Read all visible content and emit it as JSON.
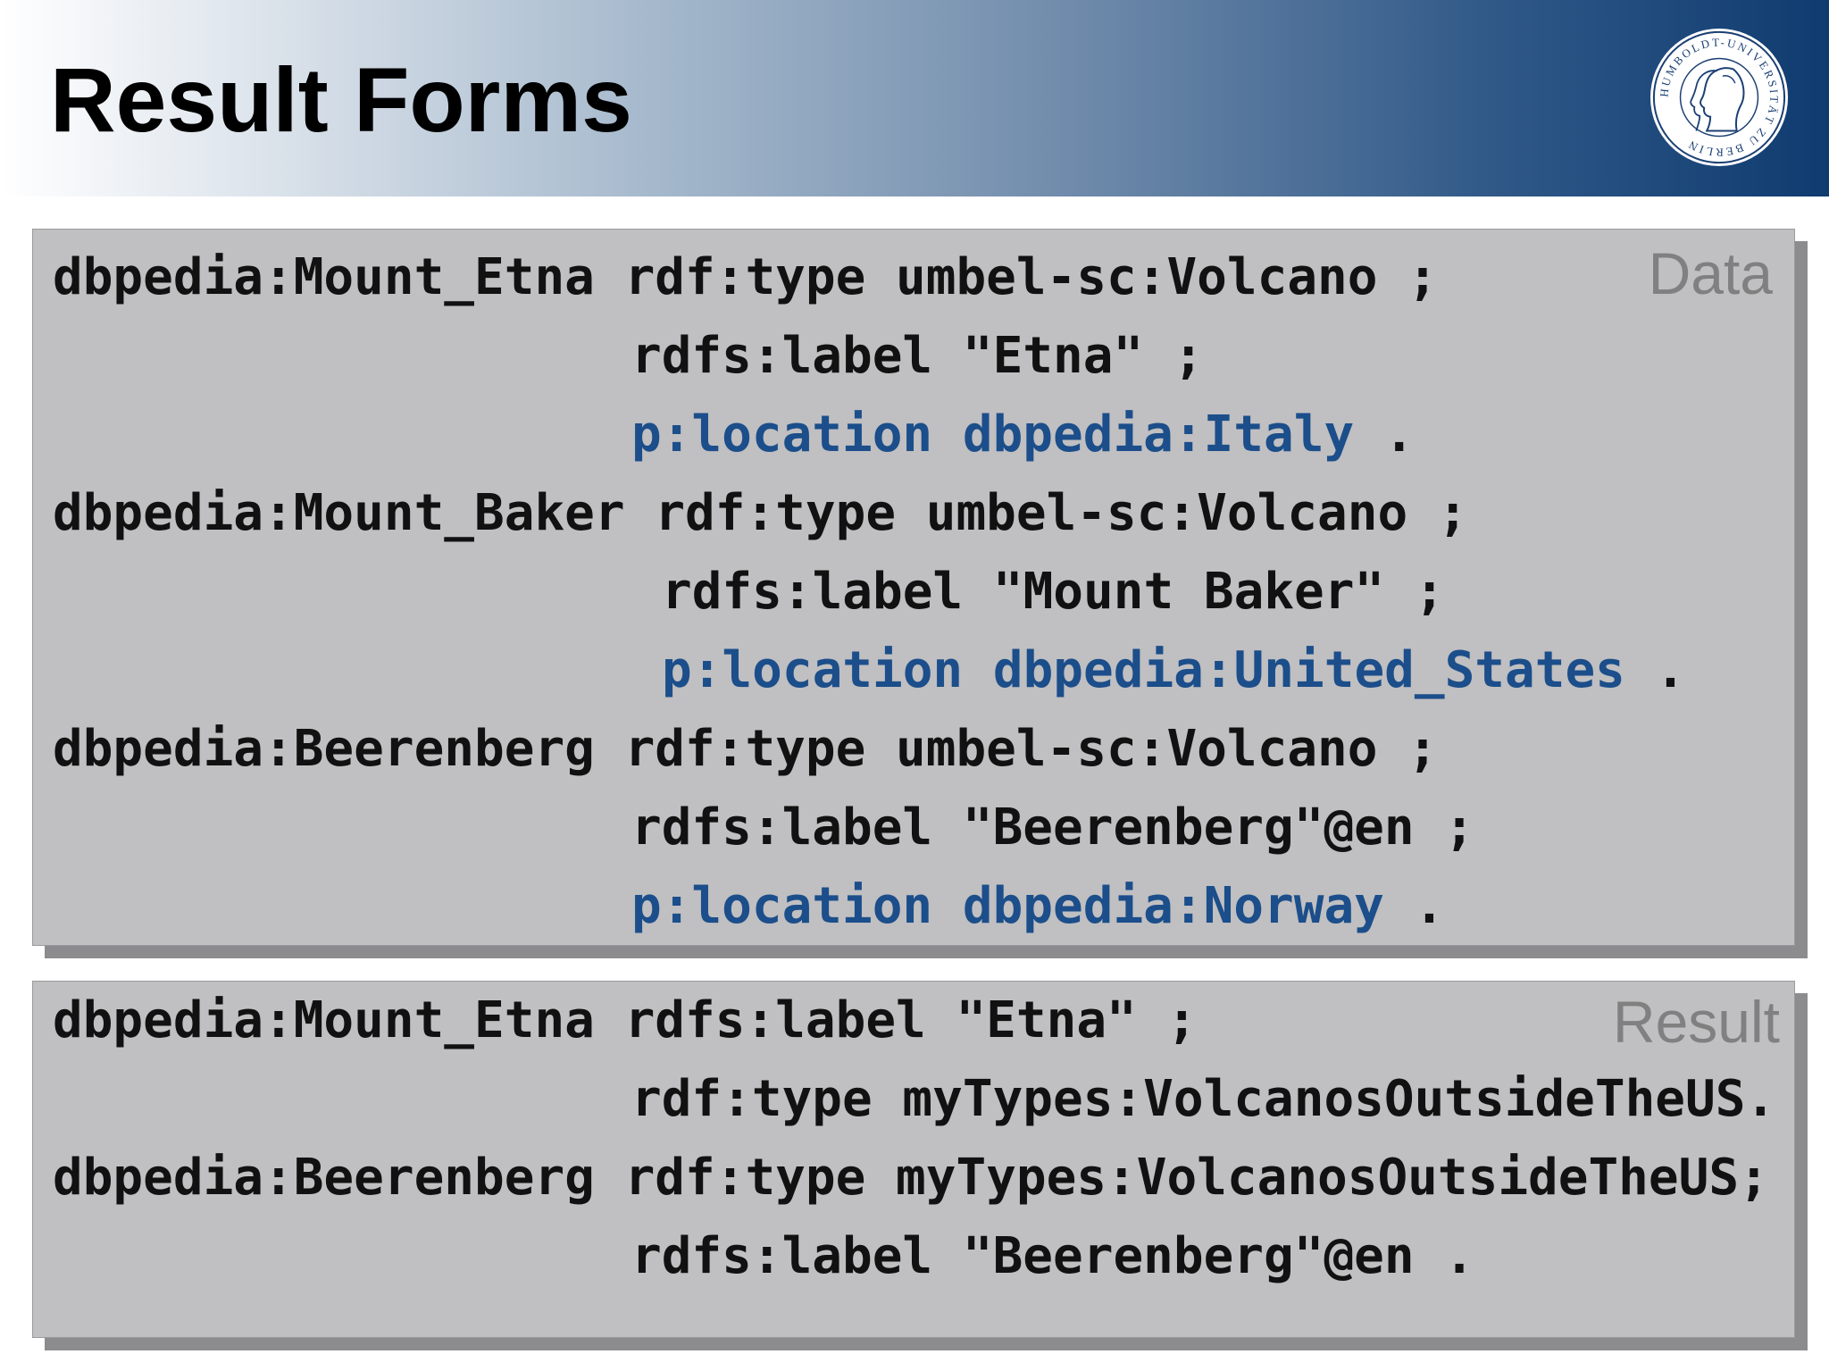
{
  "slide": {
    "title": "Result Forms",
    "accent_color": "#1b4e8a",
    "logo_icon": "humboldt-university-seal-icon",
    "logo_text": "HUMBOLDT-UNIVERSITÄT ZU BERLIN"
  },
  "data_box": {
    "label": "Data",
    "lines": [
      {
        "subject": "dbpedia:Mount_Etna",
        "text": "rdf:type umbel-sc:Volcano ;"
      },
      {
        "text": "rdfs:label \"Etna\" ;"
      },
      {
        "highlight": "p:location dbpedia:Italy",
        "tail": " ."
      },
      {
        "subject": "dbpedia:Mount_Baker",
        "text": "rdf:type umbel-sc:Volcano ;"
      },
      {
        "text": "rdfs:label \"Mount Baker\" ;"
      },
      {
        "highlight": "p:location dbpedia:United_States",
        "tail": " ."
      },
      {
        "subject": "dbpedia:Beerenberg",
        "text": "rdf:type umbel-sc:Volcano ;"
      },
      {
        "text": "rdfs:label \"Beerenberg\"@en ;"
      },
      {
        "highlight": "p:location dbpedia:Norway",
        "tail": " ."
      }
    ]
  },
  "result_box": {
    "label": "Result",
    "lines": [
      {
        "subject": "dbpedia:Mount_Etna",
        "text": "rdfs:label \"Etna\" ;"
      },
      {
        "text": "rdf:type myTypes:VolcanosOutsideTheUS."
      },
      {
        "subject": "dbpedia:Beerenberg",
        "text": "rdf:type myTypes:VolcanosOutsideTheUS;"
      },
      {
        "text": "rdfs:label \"Beerenberg\"@en ."
      }
    ]
  }
}
